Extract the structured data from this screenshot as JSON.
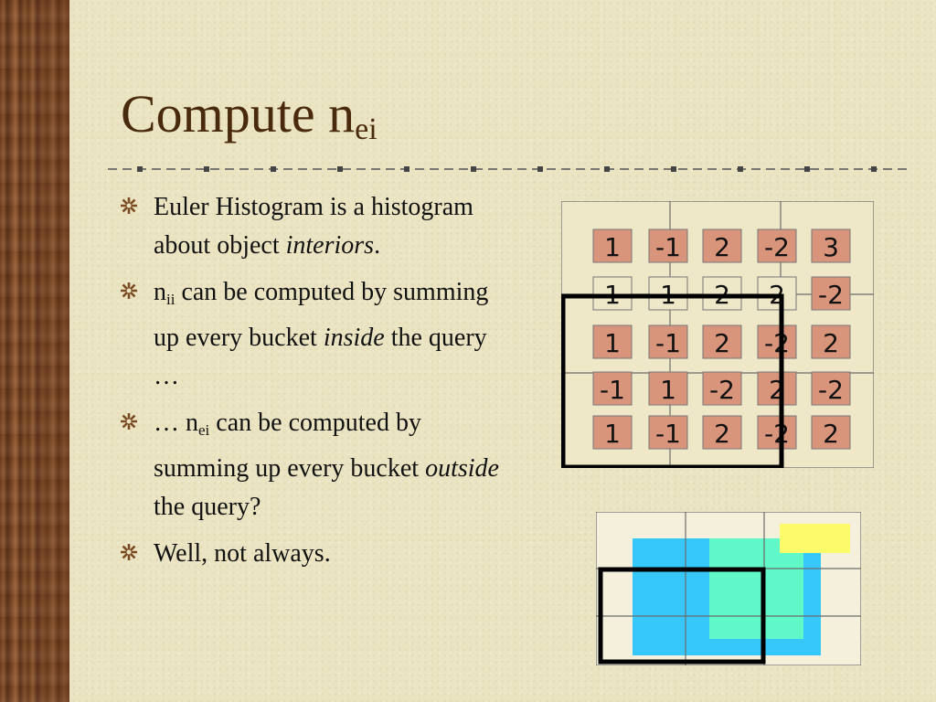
{
  "slide": {
    "title_main": "Compute n",
    "title_sub": "ei",
    "bullets": [
      {
        "parts": [
          {
            "t": "Euler Histogram is a histogram about object "
          },
          {
            "t": "interiors",
            "i": true
          },
          {
            "t": "."
          }
        ]
      },
      {
        "parts": [
          {
            "t": "n"
          },
          {
            "t": "ii",
            "sub": true
          },
          {
            "t": " can be computed by summing up every bucket "
          },
          {
            "t": "inside",
            "i": true
          },
          {
            "t": " the query …"
          }
        ]
      },
      {
        "parts": [
          {
            "t": "… n"
          },
          {
            "t": "ei",
            "sub": true
          },
          {
            "t": " can be computed by summing up every bucket "
          },
          {
            "t": "outside",
            "i": true
          },
          {
            "t": " the query?"
          }
        ]
      },
      {
        "parts": [
          {
            "t": "Well, not always."
          }
        ]
      }
    ]
  },
  "histogram": {
    "rows": [
      [
        "1",
        "-1",
        "2",
        "-2",
        "3"
      ],
      [
        "1",
        "1",
        "2",
        "2",
        "-2"
      ],
      [
        "1",
        "-1",
        "2",
        "-2",
        "2"
      ],
      [
        "-1",
        "1",
        "-2",
        "2",
        "-2"
      ],
      [
        "1",
        "-1",
        "2",
        "-2",
        "2"
      ]
    ],
    "shaded": [
      [
        true,
        true,
        true,
        true,
        true
      ],
      [
        false,
        false,
        false,
        false,
        true
      ],
      [
        true,
        true,
        true,
        true,
        true
      ],
      [
        true,
        true,
        true,
        true,
        true
      ],
      [
        true,
        true,
        true,
        true,
        true
      ]
    ]
  },
  "colors": {
    "title": "#4a2a0c",
    "cell_fill": "#d9957b",
    "cell_plain": "#eee7c8",
    "grid_line": "#6b6b6b",
    "query_box": "#000000",
    "rect_blue": "#36c8fb",
    "rect_green": "#60f8c8",
    "rect_yellow": "#fcfc6a",
    "bullet_star": "#7a4a22"
  }
}
